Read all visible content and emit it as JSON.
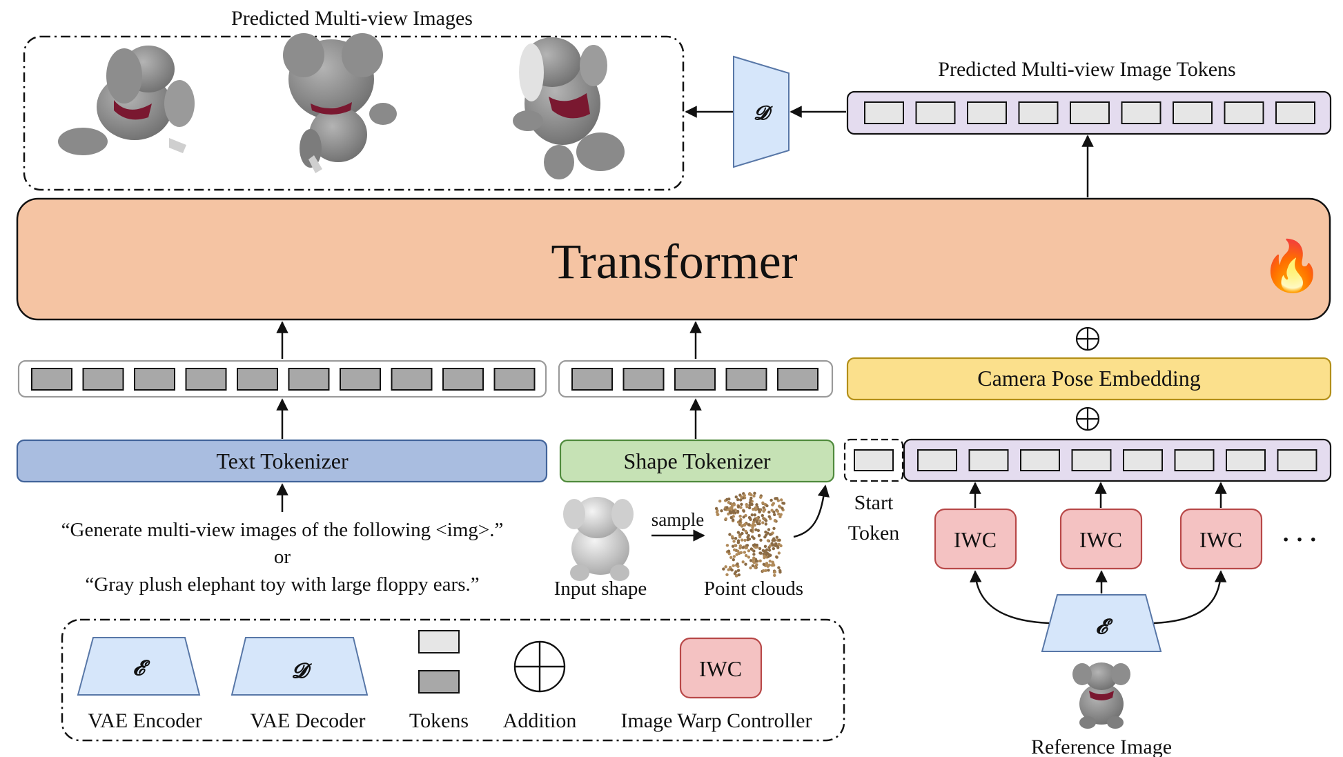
{
  "transformer": {
    "label": "Transformer",
    "emoji": "🔥"
  },
  "outputs": {
    "images_title": "Predicted Multi-view Images",
    "tokens_title": "Predicted Multi-view Image Tokens",
    "decoder_symbol": "𝓓"
  },
  "text_branch": {
    "tokenizer_label": "Text Tokenizer",
    "prompt_1": "“Generate multi-view images of the following <img>.”",
    "or": "or",
    "prompt_2": "“Gray plush elephant toy with large floppy ears.”"
  },
  "shape_branch": {
    "tokenizer_label": "Shape Tokenizer",
    "input_label": "Input shape",
    "sample_label": "sample",
    "point_label": "Point clouds"
  },
  "image_branch": {
    "camera_label": "Camera Pose Embedding",
    "start_token_line1": "Start",
    "start_token_line2": "Token",
    "iwc_label": "IWC",
    "ellipsis": "· · ·",
    "encoder_symbol": "𝓔",
    "reference_label": "Reference Image"
  },
  "legend": {
    "encoder_label": "VAE Encoder",
    "decoder_label": "VAE Decoder",
    "tokens_label": "Tokens",
    "addition_label": "Addition",
    "iwc_label": "Image Warp Controller",
    "iwc_box": "IWC",
    "encoder_symbol": "𝓔",
    "decoder_symbol": "𝓓"
  },
  "colors": {
    "transformer": "#f5c4a3",
    "text_tokenizer": "#a9bde0",
    "shape_tokenizer": "#c6e2b5",
    "camera": "#fbe08c",
    "image_token_strip": "#e4dcef",
    "iwc": "#f4c2c2",
    "vae": "#d6e6fa",
    "token_light": "#e6e6e6",
    "token_dark": "#a8a8a8"
  }
}
